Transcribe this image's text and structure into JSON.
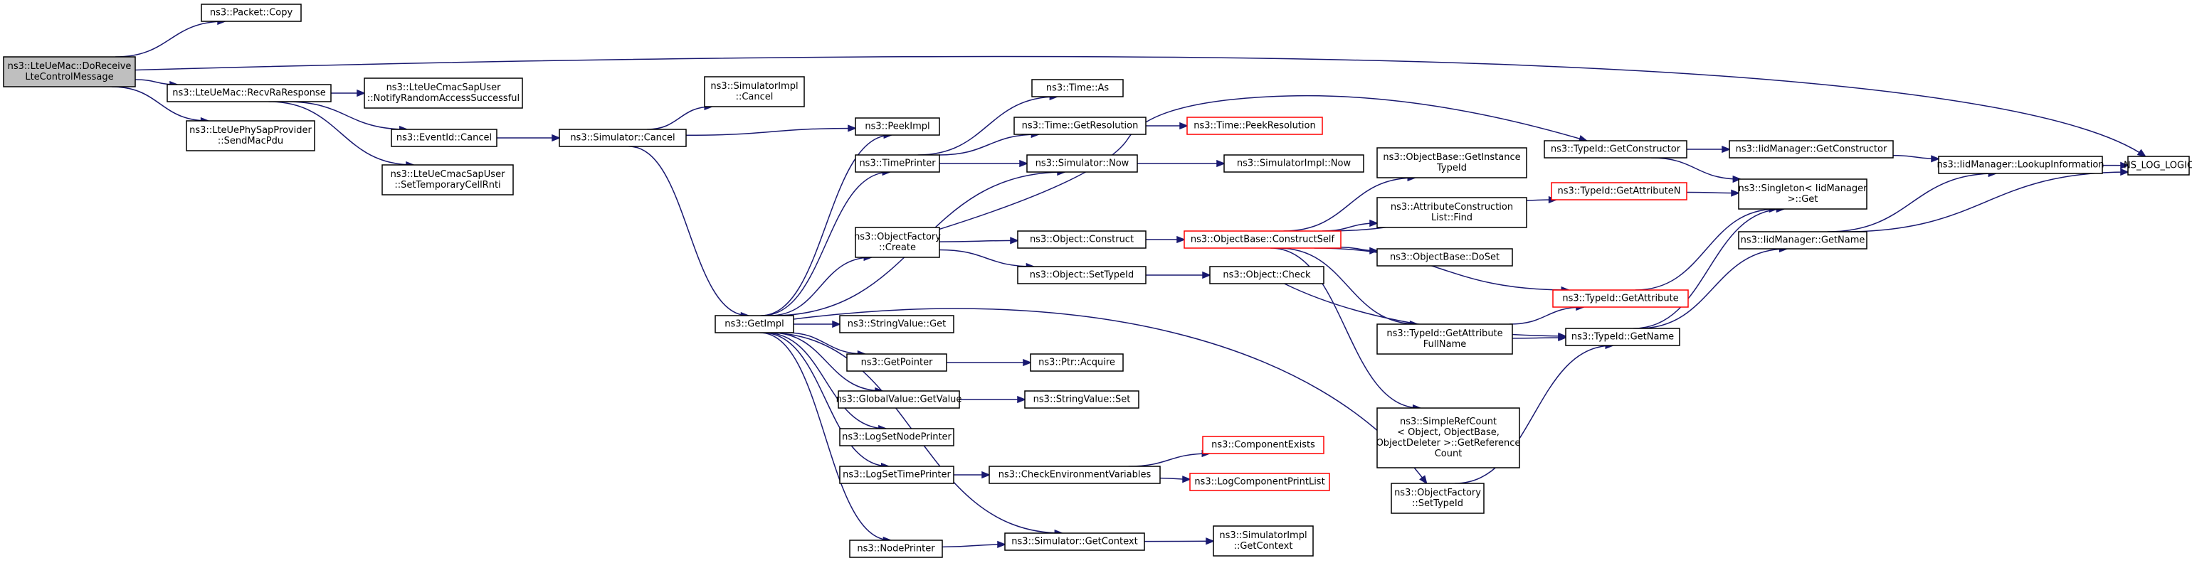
{
  "graph": {
    "nodes": {
      "n_do_receive": [
        "ns3::LteUeMac::DoReceive",
        "LteControlMessage"
      ],
      "n_packet_copy": [
        "ns3::Packet::Copy"
      ],
      "n_recv_ra_response": [
        "ns3::LteUeMac::RecvRaResponse"
      ],
      "n_send_mac_pdu": [
        "ns3::LteUePhySapProvider",
        "::SendMacPdu"
      ],
      "n_ns_log_logic": [
        "NS_LOG_LOGIC"
      ],
      "n_notify_ra": [
        "ns3::LteUeCmacSapUser",
        "::NotifyRandomAccessSuccessful"
      ],
      "n_eventid_cancel": [
        "ns3::EventId::Cancel"
      ],
      "n_set_temp_rnti": [
        "ns3::LteUeCmacSapUser",
        "::SetTemporaryCellRnti"
      ],
      "n_simimpl_cancel": [
        "ns3::SimulatorImpl",
        "::Cancel"
      ],
      "n_simulator_cancel": [
        "ns3::Simulator::Cancel"
      ],
      "n_time_as": [
        "ns3::Time::As"
      ],
      "n_peekimpl": [
        "ns3::PeekImpl"
      ],
      "n_getresolution": [
        "ns3::Time::GetResolution"
      ],
      "n_peekresolution": [
        "ns3::Time::PeekResolution"
      ],
      "n_timeprinter": [
        "ns3::TimePrinter"
      ],
      "n_simulator_now": [
        "ns3::Simulator::Now"
      ],
      "n_simimpl_now": [
        "ns3::SimulatorImpl::Now"
      ],
      "n_objfactory_create": [
        "ns3::ObjectFactory",
        "::Create"
      ],
      "n_object_construct": [
        "ns3::Object::Construct"
      ],
      "n_object_settypeid": [
        "ns3::Object::SetTypeId"
      ],
      "n_object_check": [
        "ns3::Object::Check"
      ],
      "n_getimpl": [
        "ns3::GetImpl"
      ],
      "n_stringvalue_get": [
        "ns3::StringValue::Get"
      ],
      "n_getpointer": [
        "ns3::GetPointer"
      ],
      "n_ptr_acquire": [
        "ns3::Ptr::Acquire"
      ],
      "n_globalvalue_getvalue": [
        "ns3::GlobalValue::GetValue"
      ],
      "n_stringvalue_set": [
        "ns3::StringValue::Set"
      ],
      "n_logsetnodeprinter": [
        "ns3::LogSetNodePrinter"
      ],
      "n_logsettimeprinter": [
        "ns3::LogSetTimePrinter"
      ],
      "n_checkenv": [
        "ns3::CheckEnvironmentVariables"
      ],
      "n_componentexists": [
        "ns3::ComponentExists"
      ],
      "n_logcomponentprintlist": [
        "ns3::LogComponentPrintList"
      ],
      "n_nodeprinter": [
        "ns3::NodePrinter"
      ],
      "n_simulator_getcontext": [
        "ns3::Simulator::GetContext"
      ],
      "n_simimpl_getcontext": [
        "ns3::SimulatorImpl",
        "::GetContext"
      ],
      "n_objbase_getinstancetypeid": [
        "ns3::ObjectBase::GetInstance",
        "TypeId"
      ],
      "n_objbase_constructself": [
        "ns3::ObjectBase::ConstructSelf"
      ],
      "n_attrconstructionlist_find": [
        "ns3::AttributeConstruction",
        "List::Find"
      ],
      "n_objbase_doset": [
        "ns3::ObjectBase::DoSet"
      ],
      "n_typeid_getattrfullname": [
        "ns3::TypeId::GetAttribute",
        "FullName"
      ],
      "n_simplerefcount": [
        "ns3::SimpleRefCount",
        "< Object, ObjectBase,",
        "ObjectDeleter >::GetReference",
        "Count"
      ],
      "n_objfactory_settypeid": [
        "ns3::ObjectFactory",
        "::SetTypeId"
      ],
      "n_typeid_getconstructor": [
        "ns3::TypeId::GetConstructor"
      ],
      "n_typeid_getattributen": [
        "ns3::TypeId::GetAttributeN"
      ],
      "n_typeid_getattribute": [
        "ns3::TypeId::GetAttribute"
      ],
      "n_typeid_getname": [
        "ns3::TypeId::GetName"
      ],
      "n_iidmanager_getconstructor": [
        "ns3::IidManager::GetConstructor"
      ],
      "n_singleton_get": [
        "ns3::Singleton< IidManager",
        ">::Get"
      ],
      "n_iidmanager_getname": [
        "ns3::IidManager::GetName"
      ],
      "n_iidmanager_lookupinfo": [
        "ns3::IidManager::LookupInformation"
      ]
    },
    "truncated_nodes": [
      "n_peekresolution",
      "n_objbase_constructself",
      "n_typeid_getattributen",
      "n_typeid_getattribute",
      "n_componentexists",
      "n_logcomponentprintlist"
    ],
    "root_node": "n_do_receive",
    "edges": [
      [
        "n_do_receive",
        "n_packet_copy"
      ],
      [
        "n_do_receive",
        "n_recv_ra_response"
      ],
      [
        "n_do_receive",
        "n_send_mac_pdu"
      ],
      [
        "n_do_receive",
        "n_ns_log_logic"
      ],
      [
        "n_recv_ra_response",
        "n_notify_ra"
      ],
      [
        "n_recv_ra_response",
        "n_eventid_cancel"
      ],
      [
        "n_recv_ra_response",
        "n_set_temp_rnti"
      ],
      [
        "n_eventid_cancel",
        "n_simulator_cancel"
      ],
      [
        "n_simulator_cancel",
        "n_simimpl_cancel"
      ],
      [
        "n_simulator_cancel",
        "n_peekimpl"
      ],
      [
        "n_simulator_cancel",
        "n_getimpl"
      ],
      [
        "n_getimpl",
        "n_peekimpl"
      ],
      [
        "n_getimpl",
        "n_timeprinter"
      ],
      [
        "n_getimpl",
        "n_simulator_now"
      ],
      [
        "n_getimpl",
        "n_objfactory_create"
      ],
      [
        "n_getimpl",
        "n_stringvalue_get"
      ],
      [
        "n_getimpl",
        "n_getpointer"
      ],
      [
        "n_getimpl",
        "n_globalvalue_getvalue"
      ],
      [
        "n_getimpl",
        "n_logsetnodeprinter"
      ],
      [
        "n_getimpl",
        "n_logsettimeprinter"
      ],
      [
        "n_getimpl",
        "n_nodeprinter"
      ],
      [
        "n_getimpl",
        "n_simulator_getcontext"
      ],
      [
        "n_getimpl",
        "n_objfactory_settypeid"
      ],
      [
        "n_timeprinter",
        "n_time_as"
      ],
      [
        "n_timeprinter",
        "n_getresolution"
      ],
      [
        "n_timeprinter",
        "n_simulator_now"
      ],
      [
        "n_getresolution",
        "n_peekresolution"
      ],
      [
        "n_simulator_now",
        "n_simimpl_now"
      ],
      [
        "n_objfactory_create",
        "n_object_construct"
      ],
      [
        "n_objfactory_create",
        "n_object_settypeid"
      ],
      [
        "n_objfactory_create",
        "n_typeid_getconstructor"
      ],
      [
        "n_object_construct",
        "n_objbase_constructself"
      ],
      [
        "n_object_settypeid",
        "n_object_check"
      ],
      [
        "n_object_check",
        "n_typeid_getname"
      ],
      [
        "n_getpointer",
        "n_ptr_acquire"
      ],
      [
        "n_globalvalue_getvalue",
        "n_stringvalue_set"
      ],
      [
        "n_logsettimeprinter",
        "n_checkenv"
      ],
      [
        "n_checkenv",
        "n_componentexists"
      ],
      [
        "n_checkenv",
        "n_logcomponentprintlist"
      ],
      [
        "n_nodeprinter",
        "n_simulator_getcontext"
      ],
      [
        "n_simulator_getcontext",
        "n_simimpl_getcontext"
      ],
      [
        "n_objbase_constructself",
        "n_objbase_getinstancetypeid"
      ],
      [
        "n_objbase_constructself",
        "n_attrconstructionlist_find"
      ],
      [
        "n_objbase_constructself",
        "n_objbase_doset"
      ],
      [
        "n_objbase_constructself",
        "n_typeid_getattrfullname"
      ],
      [
        "n_objbase_constructself",
        "n_simplerefcount"
      ],
      [
        "n_objbase_constructself",
        "n_typeid_getattributen"
      ],
      [
        "n_objbase_constructself",
        "n_typeid_getattribute"
      ],
      [
        "n_typeid_getattrfullname",
        "n_typeid_getattribute"
      ],
      [
        "n_typeid_getattrfullname",
        "n_typeid_getname"
      ],
      [
        "n_objfactory_settypeid",
        "n_typeid_getname"
      ],
      [
        "n_typeid_getconstructor",
        "n_iidmanager_getconstructor"
      ],
      [
        "n_typeid_getconstructor",
        "n_singleton_get"
      ],
      [
        "n_typeid_getattributen",
        "n_singleton_get"
      ],
      [
        "n_typeid_getattribute",
        "n_singleton_get"
      ],
      [
        "n_typeid_getname",
        "n_singleton_get"
      ],
      [
        "n_typeid_getname",
        "n_iidmanager_getname"
      ],
      [
        "n_iidmanager_getconstructor",
        "n_iidmanager_lookupinfo"
      ],
      [
        "n_iidmanager_getname",
        "n_iidmanager_lookupinfo"
      ],
      [
        "n_iidmanager_getname",
        "n_ns_log_logic"
      ],
      [
        "n_iidmanager_lookupinfo",
        "n_ns_log_logic"
      ]
    ]
  }
}
